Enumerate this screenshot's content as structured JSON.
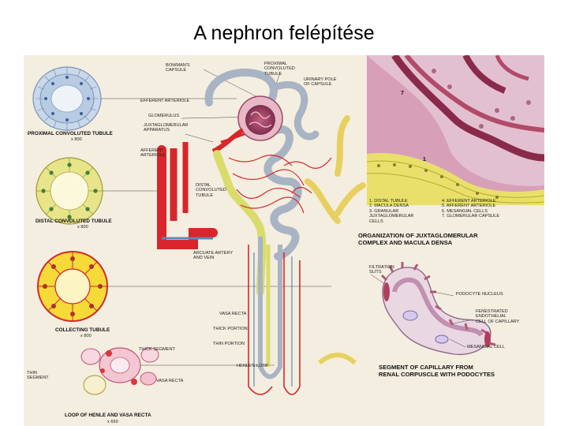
{
  "title": "A nephron felépítése",
  "labels": {
    "bowmans_capsule": "BOWMAN'S\nCAPSULE",
    "proximal_convoluted_tubule_top": "PROXIMAL\nCONVOLUTED\nTUBULE",
    "urinary_pole": "URINARY POLE\nOF CAPSULE",
    "efferent_arteriole_top": "EFFERENT ARTERIOLE",
    "glomerulus": "GLOMERULUS",
    "juxtaglomerular_apparatus": "JUXTAGLOMERULAR\nAPPARATUS",
    "proximal_title": "PROXIMAL CONVOLUTED TUBULE",
    "proximal_mag": "x 800",
    "afferent_arteriole": "AFFERENT\nARTERIOLE",
    "distal_convoluted_tubule": "DISTAL\nCONVOLUTED\nTUBULE",
    "distal_title": "DISTAL CONVOLUTED TUBULE",
    "distal_mag": "x 800",
    "arcuate": "ARCUATE ARTERY\nAND VEIN",
    "collecting_title": "COLLECTING TUBULE",
    "collecting_mag": "x 800",
    "vasa_recta": "VASA RECTA",
    "thick_portion": "THICK PORTION",
    "thin_portion": "THIN PORTION",
    "thick_segment": "THICK SEGMENT",
    "henles_loop": "HENLE'S LOOP",
    "thin_segment": "THIN\nSEGMENT",
    "vasa_recta_2": "VASA RECTA",
    "loop_title": "LOOP OF HENLE AND VASA RECTA",
    "loop_mag": "x 650",
    "legend_col1": "1. DISTAL TUBULE\n2. MACULA DENSA\n3. GRANULAR\n    JUXTAGLOMERULAR\n    CELLS",
    "legend_col2": "4. EFFERENT ARTERIOLE\n5. AFFERENT ARTERIOLE\n6. MESANGIAL CELLS\n7. GLOMERULAR CAPSULE",
    "organization_title": "ORGANIZATION OF JUXTAGLOMERULAR\nCOMPLEX AND MACULA DENSA",
    "filtration_slits": "FILTRATION\nSLITS",
    "podocyte_nucleus": "PODOCYTE NUCLEUS",
    "fenestrated": "FENESTRATED\nENDOTHELIAL\nCELL OF CAPILLARY",
    "mesangial_cell": "MESANGIAL CELL",
    "segment_title": "SEGMENT OF CAPILLARY FROM\nRENAL CORPUSCLE WITH PODOCYTES",
    "num_1": "1",
    "num_7": "7"
  },
  "colors": {
    "artery": "#d8262c",
    "tubule": "#a8b4c4",
    "collecting_duct": "#ecd85a",
    "distal": "#d9dc6a",
    "glomerulus": "#b0486a",
    "vein": "#5f86b8",
    "plate": "#f4eee0"
  }
}
